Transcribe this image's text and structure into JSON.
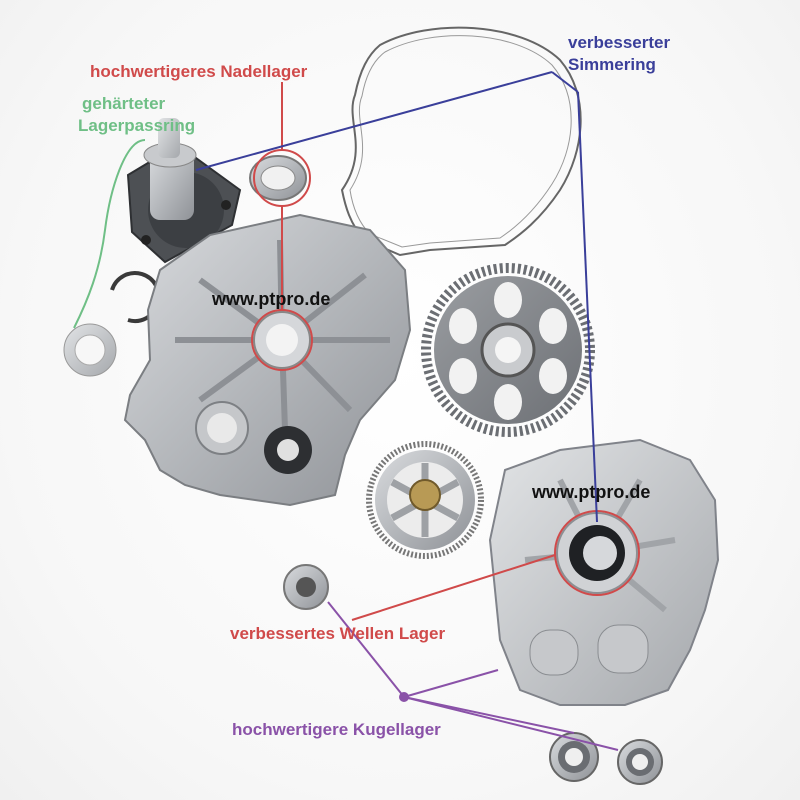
{
  "labels": {
    "needle_bearing": "hochwertigeres Nadellager",
    "hardened_ring_line1": "gehärteter",
    "hardened_ring_line2": "Lagerpassring",
    "seal_line1": "verbesserter",
    "seal_line2": "Simmering",
    "shaft_bearing": "verbessertes Wellen Lager",
    "ball_bearings": "hochwertigere Kugellager"
  },
  "watermarks": {
    "left": "www.ptpro.de",
    "right": "www.ptpro.de"
  },
  "colors": {
    "red": "#d04a4a",
    "green": "#6fbf86",
    "blue": "#3a3f9a",
    "purple": "#8a52a8",
    "metal": "#b9bcc0",
    "metal_dark": "#8d9095",
    "background": "#ffffff"
  }
}
